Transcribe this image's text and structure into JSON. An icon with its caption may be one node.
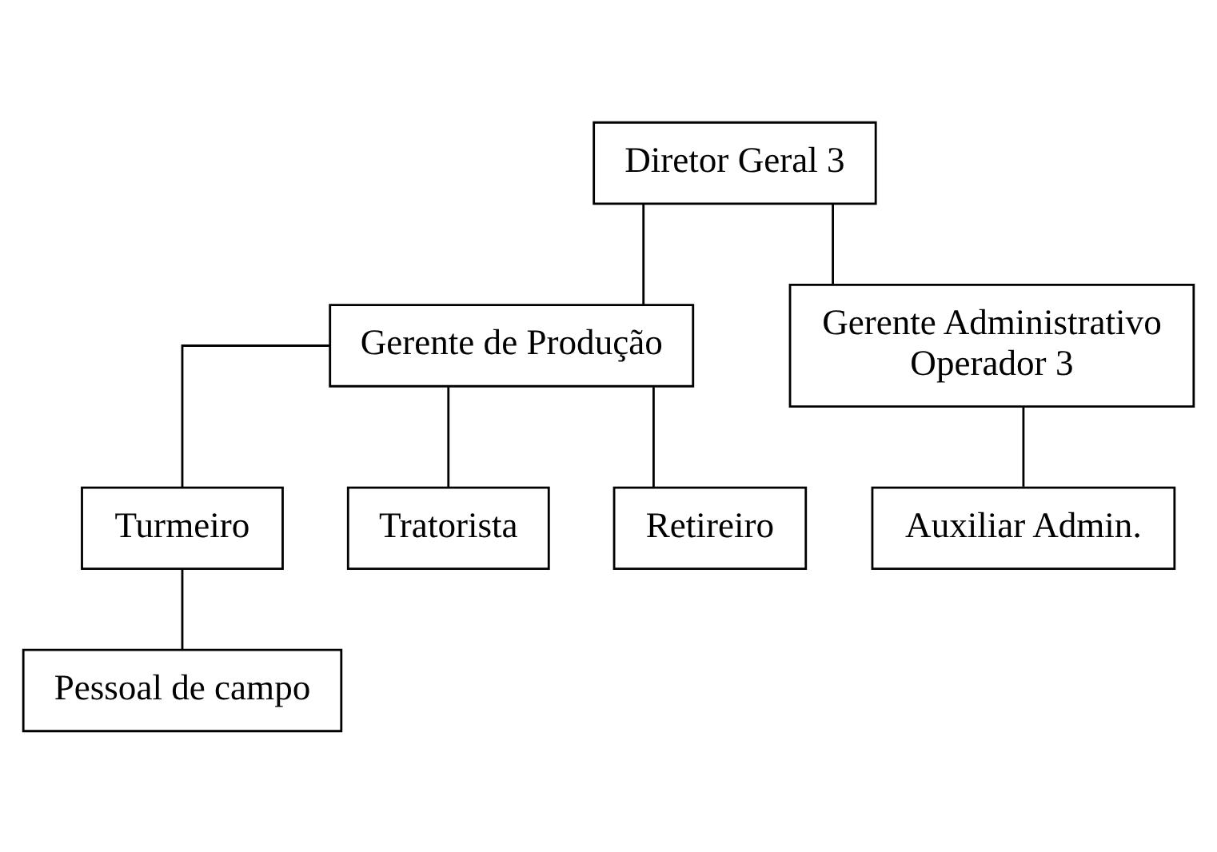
{
  "diagram": {
    "nodes": [
      {
        "text": [
          "Diretor Geral 3"
        ]
      },
      {
        "text": [
          "Gerente de Produção"
        ]
      },
      {
        "text": [
          "Gerente Administrativo",
          "Operador 3"
        ]
      },
      {
        "text": [
          "Turmeiro"
        ]
      },
      {
        "text": [
          "Tratorista"
        ]
      },
      {
        "text": [
          "Auxiliar Admin."
        ]
      },
      {
        "text": [
          "Pessoal de campo"
        ]
      },
      {
        "text": [
          "Retireiro"
        ]
      }
    ],
    "edges": [
      {
        "from": 0,
        "to": 1,
        "arrow": "none"
      },
      {
        "from": 0,
        "to": 2,
        "arrow": "none"
      },
      {
        "from": 1,
        "to": 3,
        "arrow": "none"
      },
      {
        "from": 1,
        "to": 4,
        "arrow": "none"
      },
      {
        "from": 3,
        "to": 6,
        "arrow": "none"
      },
      {
        "from": 1,
        "to": 7,
        "arrow": "none"
      },
      {
        "from": 2,
        "to": 5,
        "arrow": "none"
      }
    ]
  }
}
